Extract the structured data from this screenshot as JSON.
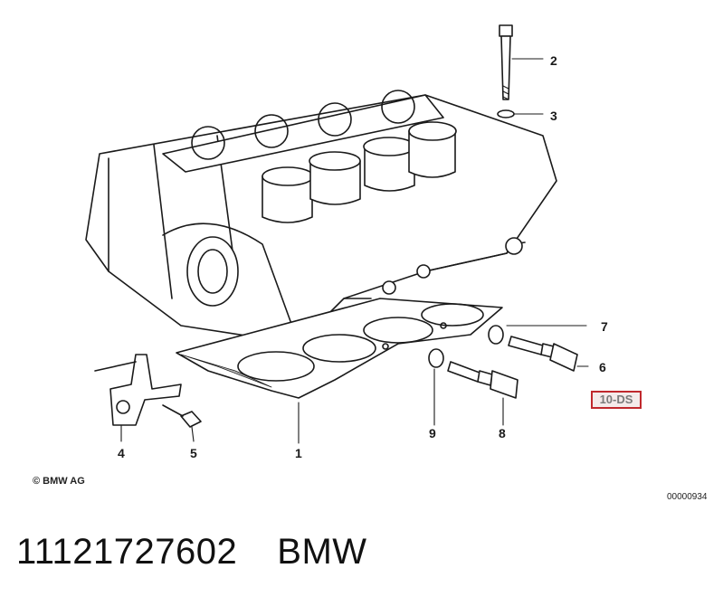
{
  "diagram": {
    "callouts": [
      {
        "id": "2",
        "label": "2"
      },
      {
        "id": "3",
        "label": "3"
      },
      {
        "id": "7",
        "label": "7"
      },
      {
        "id": "6",
        "label": "6"
      },
      {
        "id": "4",
        "label": "4"
      },
      {
        "id": "5",
        "label": "5"
      },
      {
        "id": "1",
        "label": "1"
      },
      {
        "id": "9",
        "label": "9"
      },
      {
        "id": "8",
        "label": "8"
      }
    ],
    "badge": "10-DS",
    "copyright": "© BMW AG",
    "figure_id": "00000934"
  },
  "caption": {
    "part_number": "11121727602",
    "brand": "BMW"
  },
  "colors": {
    "badge_border": "#c0282d",
    "line": "#1a1a1a"
  }
}
